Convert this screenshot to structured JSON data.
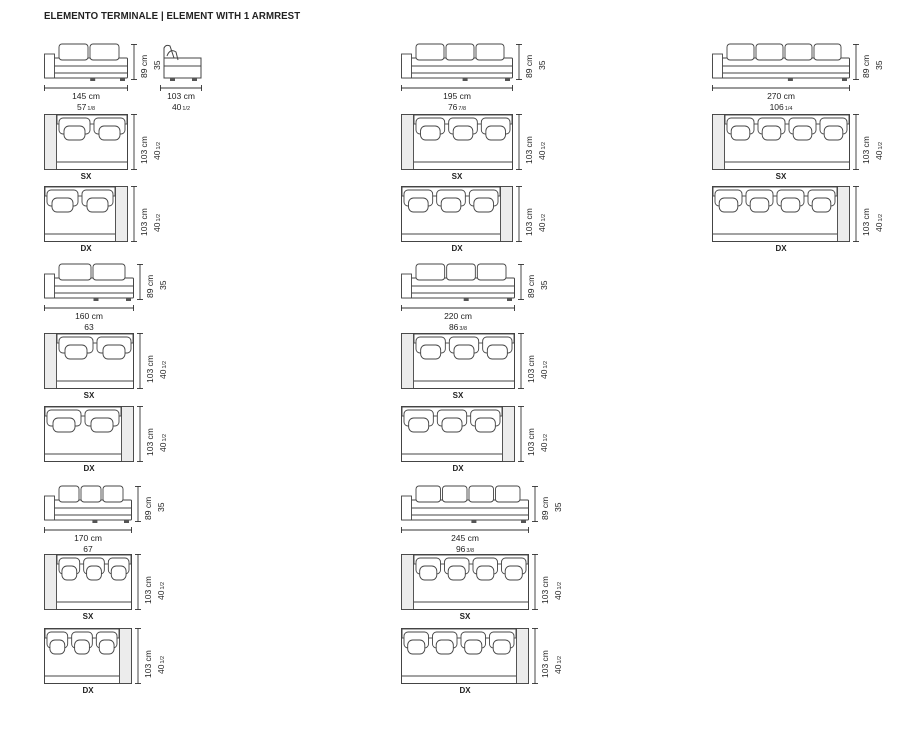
{
  "title": "ELEMENTO TERMINALE  |  ELEMENT WITH 1 ARMREST",
  "labels": {
    "sx": "SX",
    "dx": "DX",
    "h89": "89 cm",
    "h35": "35",
    "d103": "103 cm",
    "d40": "40",
    "half": "1/2"
  },
  "widths": {
    "w145": "145 cm",
    "w57": "57",
    "w57f": "1/8",
    "w103": "103 cm",
    "w40": "40",
    "w40f": "1/2",
    "w195": "195 cm",
    "w76": "76",
    "w76f": "7/8",
    "w270": "270 cm",
    "w106": "106",
    "w106f": "1/4",
    "w160": "160 cm",
    "w63": "63",
    "w220": "220 cm",
    "w86": "86",
    "w86f": "3/8",
    "w170": "170 cm",
    "w67": "67",
    "w245": "245 cm",
    "w96": "96",
    "w96f": "3/8"
  },
  "colors": {
    "line": "#444444",
    "armrest_fill": "#ececec"
  }
}
